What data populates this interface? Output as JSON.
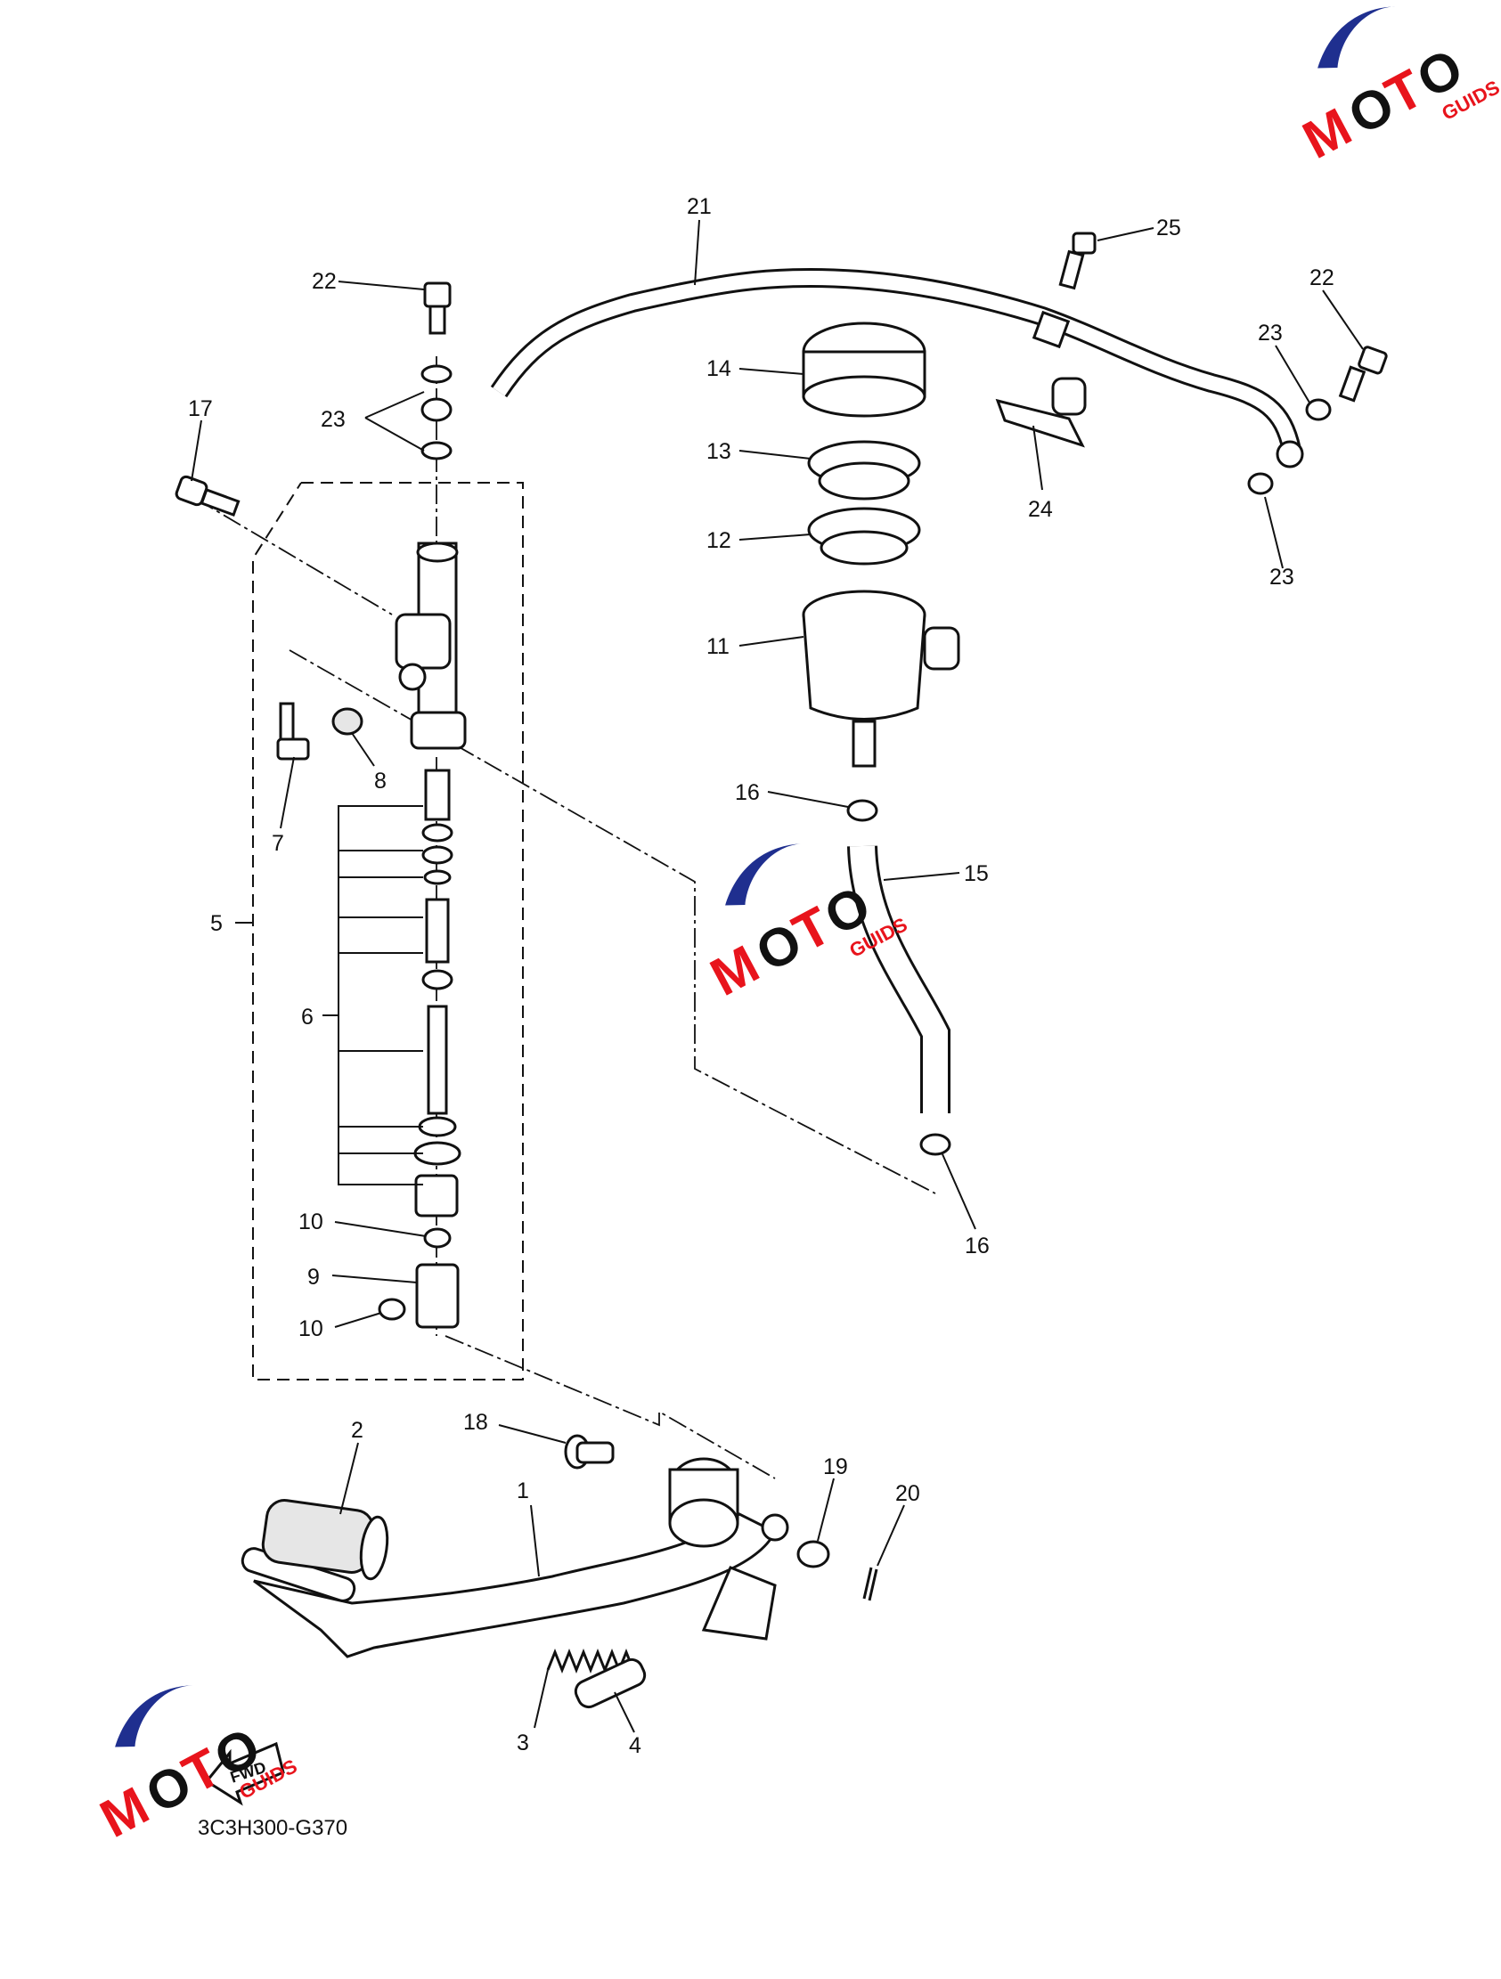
{
  "diagram": {
    "code": "3C3H300-G370",
    "fwd_label": "FWD",
    "callouts": [
      "1",
      "2",
      "3",
      "4",
      "5",
      "6",
      "7",
      "8",
      "9",
      "10",
      "11",
      "12",
      "13",
      "14",
      "15",
      "16",
      "17",
      "18",
      "19",
      "20",
      "21",
      "22",
      "23",
      "24",
      "25"
    ]
  },
  "watermark": {
    "letters": [
      "M",
      "O",
      "T",
      "O"
    ],
    "subtitle": "GUIDS",
    "colors": {
      "red": "#e8141c",
      "blue": "#1f2f8f",
      "black": "#111111"
    }
  }
}
